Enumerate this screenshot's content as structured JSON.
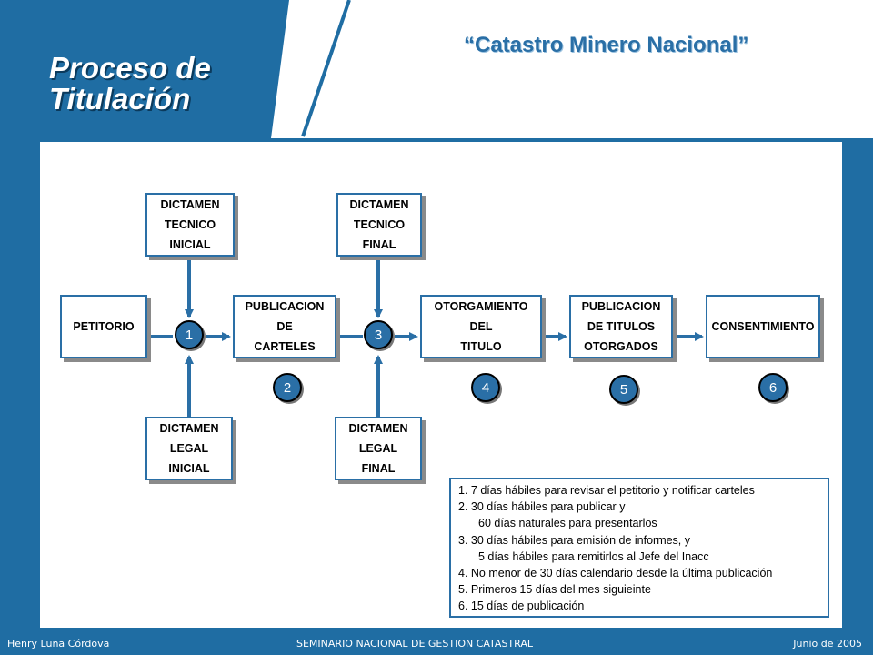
{
  "header": {
    "title_line1": "Proceso de",
    "title_line2": "Titulación",
    "subtitle": "“Catastro Minero Nacional”"
  },
  "diagram": {
    "boxes": {
      "petitorio": "PETITORIO",
      "publicacion_carteles": [
        "PUBLICACION",
        "DE",
        "CARTELES"
      ],
      "otorgamiento": [
        "OTORGAMIENTO",
        "DEL",
        "TITULO"
      ],
      "publicacion_titulos": [
        "PUBLICACION",
        "DE TITULOS",
        "OTORGADOS"
      ],
      "consentimiento": "CONSENTIMIENTO",
      "dictamen_tecnico_inicial": [
        "DICTAMEN",
        "TECNICO",
        "INICIAL"
      ],
      "dictamen_tecnico_final": [
        "DICTAMEN",
        "TECNICO",
        "FINAL"
      ],
      "dictamen_legal_inicial": [
        "DICTAMEN",
        "LEGAL",
        "INICIAL"
      ],
      "dictamen_legal_final": [
        "DICTAMEN",
        "LEGAL",
        "FINAL"
      ]
    },
    "circles": [
      "1",
      "2",
      "3",
      "4",
      "5",
      "6"
    ]
  },
  "notes": [
    "1.   7 días hábiles para revisar el petitorio y notificar carteles",
    "2.   30 días hábiles para publicar y",
    "60 días naturales para presentarlos",
    "3.   30 días hábiles para emisión de informes, y",
    "5 días hábiles para remitirlos al Jefe del Inacc",
    "4.   No menor de 30 días calendario desde la última publicación",
    "5.   Primeros 15 días del mes siguieinte",
    "6.   15 días de publicación"
  ],
  "footer": {
    "author": "Henry Luna Córdova",
    "event": "SEMINARIO NACIONAL DE GESTION CATASTRAL",
    "date": "Junio de 2005"
  },
  "colors": {
    "brand_blue": "#1f6da3",
    "accent_blue": "#2a6fa6"
  }
}
